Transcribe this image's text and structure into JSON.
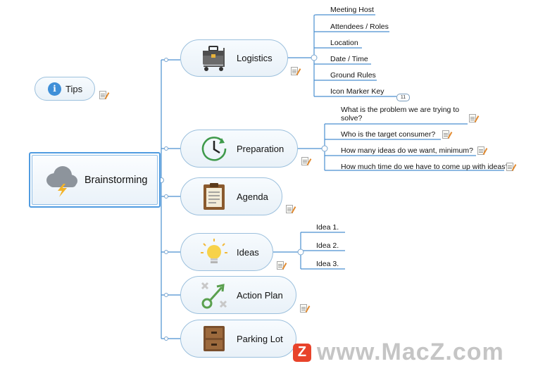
{
  "central": {
    "label": "Brainstorming",
    "icon": "storm-cloud-icon"
  },
  "tips": {
    "label": "Tips",
    "icon_glyph": "i"
  },
  "topics": {
    "logistics": {
      "label": "Logistics",
      "icon": "briefcase-cart-icon",
      "badge": "11"
    },
    "preparation": {
      "label": "Preparation",
      "icon": "clock-icon"
    },
    "agenda": {
      "label": "Agenda",
      "icon": "clipboard-icon"
    },
    "ideas": {
      "label": "Ideas",
      "icon": "lightbulb-icon"
    },
    "action_plan": {
      "label": "Action Plan",
      "icon": "tic-tac-arrow-icon"
    },
    "parking_lot": {
      "label": "Parking Lot",
      "icon": "cabinet-icon"
    }
  },
  "logistics_items": [
    "Meeting Host",
    "Attendees / Roles",
    "Location",
    "Date / Time",
    "Ground Rules",
    "Icon Marker Key"
  ],
  "preparation_items": [
    "What is the problem we are trying to",
    "solve?",
    "Who is the target consumer?",
    "How many ideas do we want, minimum?",
    "How much time do we have to come up with ideas?"
  ],
  "idea_items": [
    "Idea 1.",
    "Idea 2.",
    "Idea 3."
  ],
  "watermark": {
    "logo_letter": "Z",
    "text": "www.MacZ.com"
  },
  "colors": {
    "line": "#4a8fd0",
    "node_border": "#9cc0dd",
    "central_border": "#4f9be0",
    "watermark_logo": "#e8432b"
  }
}
